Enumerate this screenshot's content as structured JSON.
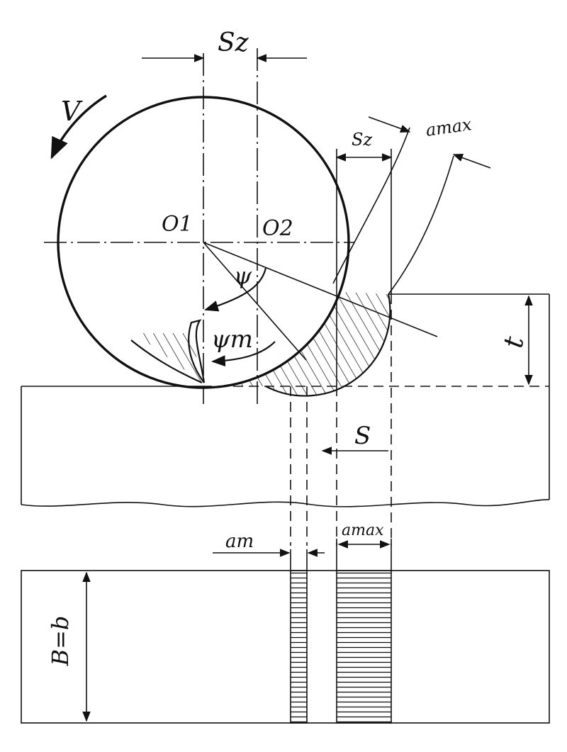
{
  "labels": {
    "feed_per_tooth_top": "Sz",
    "feed_per_tooth_side": "Sz",
    "rotation": "V",
    "center_1": "O1",
    "center_2": "O2",
    "angle_psi": "ψ",
    "angle_psi_m": "ψm",
    "max_thickness_side": "amax",
    "max_thickness_bottom": "amax",
    "mean_thickness": "am",
    "depth": "t",
    "feed": "S",
    "width": "B=b"
  }
}
